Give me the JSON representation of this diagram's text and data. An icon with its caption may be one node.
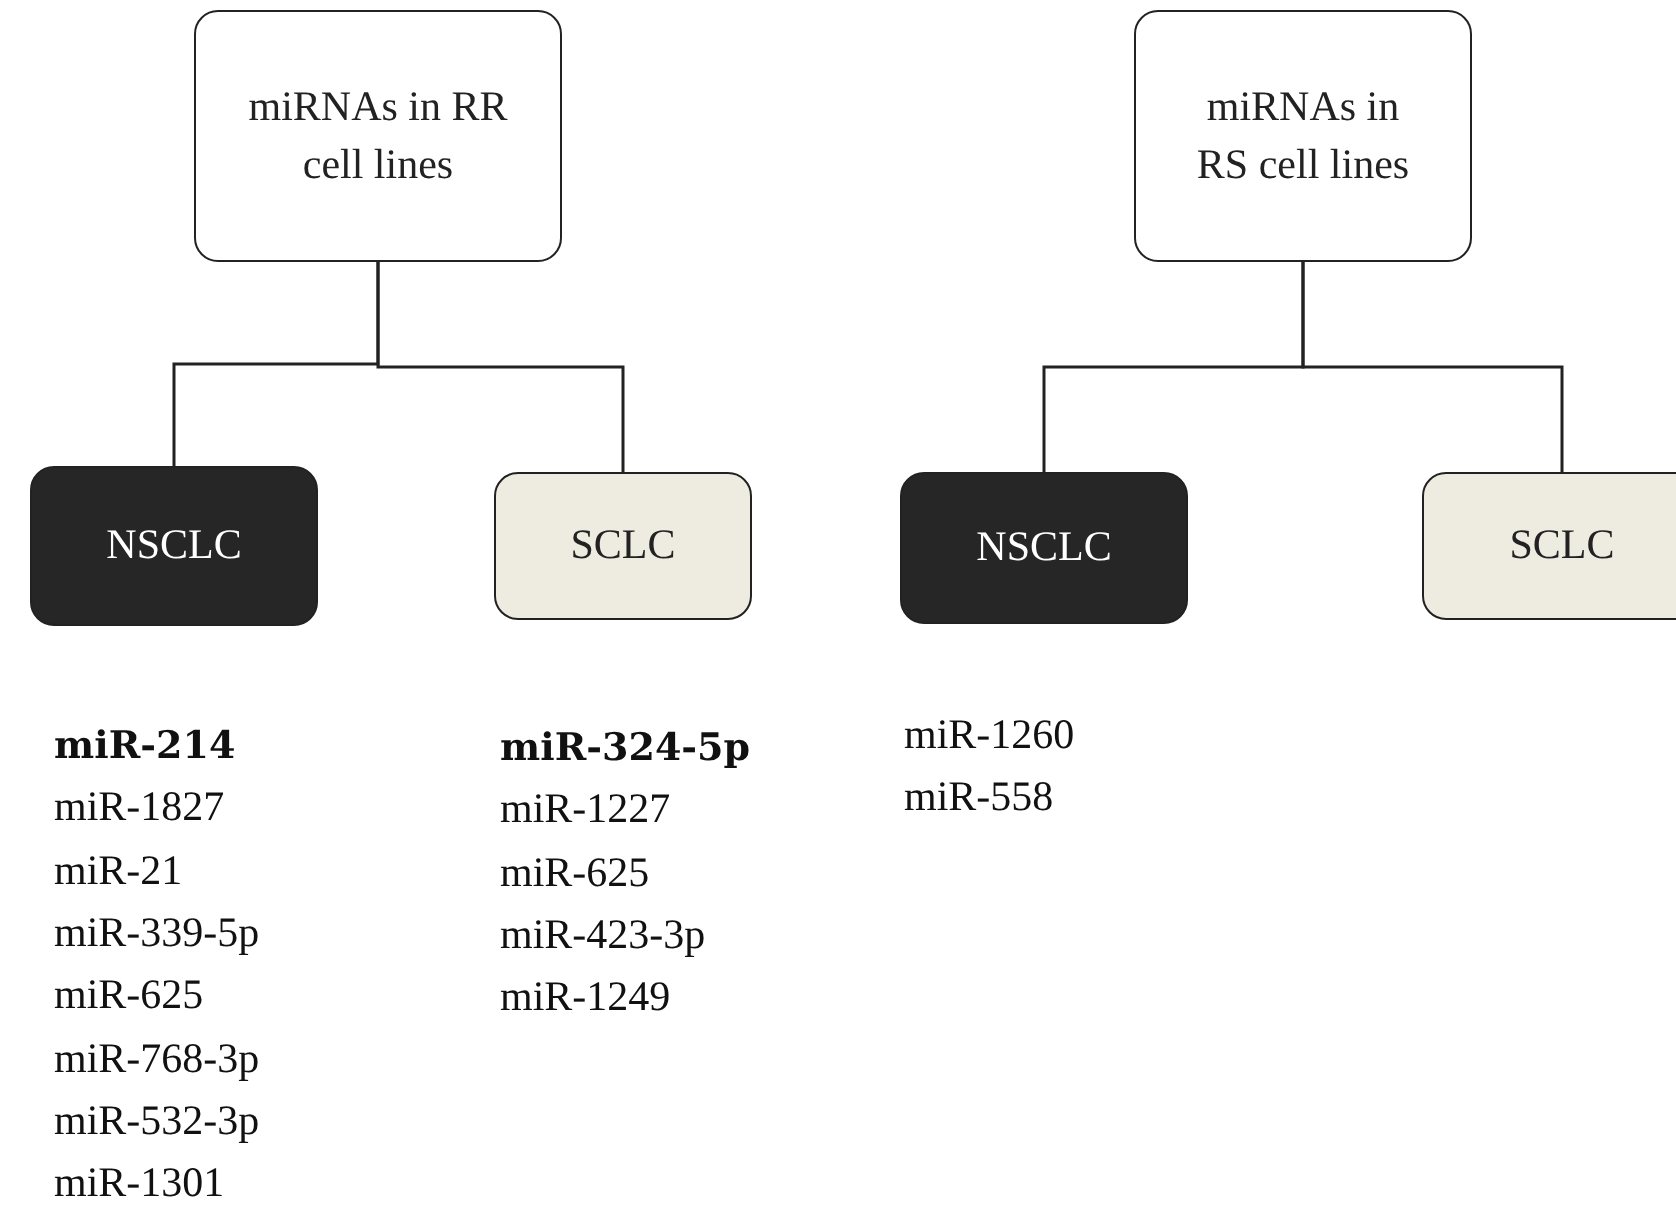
{
  "diagram": {
    "nodes": [
      {
        "text": [
          "miRNAs in RR cell lines"
        ]
      },
      {
        "text": [
          "NSCLC"
        ]
      },
      {
        "text": [
          "SCLC"
        ]
      },
      {
        "text": [
          "miRNAs in RS cell lines"
        ]
      },
      {
        "text": [
          "NSCLC"
        ]
      },
      {
        "text": [
          "SCLC"
        ]
      }
    ],
    "edges": [
      {
        "from": 0,
        "to": 1,
        "arrow": "none"
      },
      {
        "from": 0,
        "to": 2,
        "arrow": "none"
      },
      {
        "from": 3,
        "to": 4,
        "arrow": "none"
      },
      {
        "from": 3,
        "to": 5,
        "arrow": "none"
      }
    ],
    "labels": [
      "**miR-214**",
      "miR-1827",
      "miR-21",
      "miR-339-5p",
      "miR-625",
      "miR-768-3p",
      "miR-532-3p",
      "miR-1301",
      "**miR-324-5p**",
      "miR-1227",
      "miR-625",
      "miR-423-3p",
      "miR-1249",
      "miR-1260",
      "miR-558"
    ]
  }
}
